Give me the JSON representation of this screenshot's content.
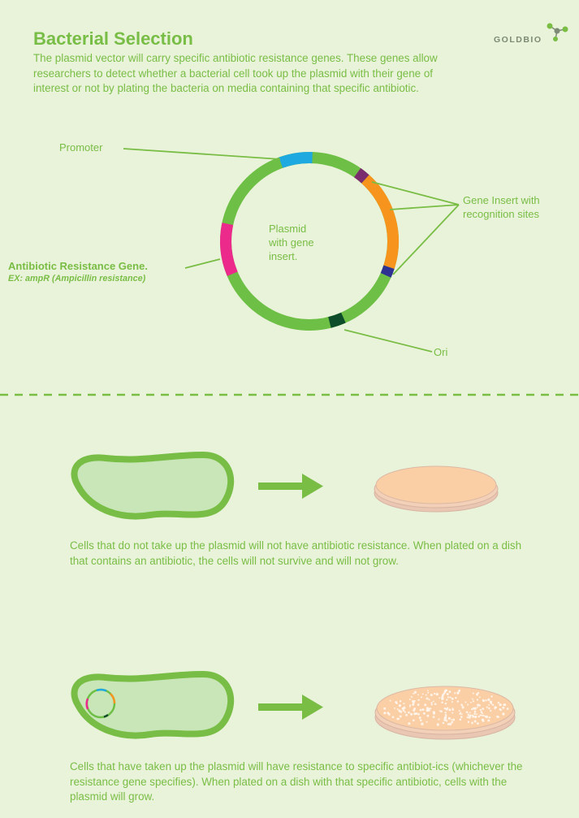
{
  "header": {
    "title": "Bacterial Selection",
    "intro": "The plasmid vector will carry specific antibiotic resistance genes. These genes allow researchers to detect whether a bacterial cell took up the plasmid with their gene of interest or not by plating the bacteria on media containing that specific antibiotic.",
    "logo_text": "GOLDBIO"
  },
  "plasmid": {
    "center_label": [
      "Plasmid",
      "with gene",
      "insert."
    ],
    "labels": {
      "promoter": "Promoter",
      "gene_insert": [
        "Gene Insert with",
        "recognition sites"
      ],
      "ori": "Ori",
      "resistance_title": "Antibiotic Resistance Gene.",
      "resistance_example": "EX: ampR (Ampicillin resistance)"
    }
  },
  "panels": [
    {
      "caption": "Cells that do not take up the plasmid will not have antibiotic resistance. When plated on a dish that contains an antibiotic, the cells will not survive and will not grow.",
      "has_plasmid": false,
      "colonies_visible": false
    },
    {
      "caption": "Cells that have taken up the plasmid will have resistance to specific antibiot-ics (whichever the resistance gene specifies). When plated on a dish with that specific antibiotic, cells with the plasmid will grow.",
      "has_plasmid": true,
      "colonies_visible": true
    }
  ],
  "colors": {
    "accent_green": "#79bd45",
    "plasmid_green": "#6ebf45",
    "promoter_blue": "#1ea9e1",
    "insert_orange": "#f7941d",
    "recognition_purple": "#7b2c6e",
    "recognition_navy": "#2e3192",
    "resistance_magenta": "#ec2a8c",
    "ori_darkgreen": "#0d4d2a",
    "cell_fill": "#c8e6b8",
    "dish_agar": "#fbcfa6"
  }
}
